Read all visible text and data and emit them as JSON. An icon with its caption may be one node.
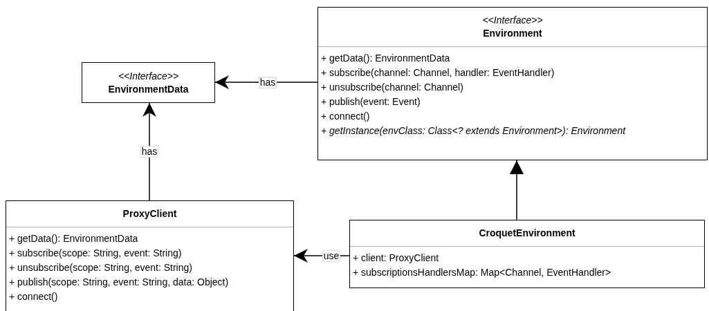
{
  "diagram": {
    "nodes": [
      {
        "text": [
          "<<Interface>>",
          "Environment",
          "+ getData(): EnvironmentData",
          "+ subscribe(channel: Channel, handler: EventHandler)",
          "+ unsubscribe(channel: Channel)",
          "+ publish(event: Event)",
          "+ connect()",
          "+ getInstance(envClass: Class<? extends Environment>): Environment"
        ]
      },
      {
        "text": [
          "<<Interface>>",
          "EnvironmentData"
        ]
      },
      {
        "text": [
          "ProxyClient",
          "+ getData(): EnvironmentData",
          "+ subscribe(scope: String, event: String)",
          "+ unsubscribe(scope: String, event: String)",
          "+ publish(scope: String, event: String, data: Object)",
          "+ connect()"
        ]
      },
      {
        "text": [
          "CroquetEnvironment",
          "+ client: ProxyClient",
          "+ subscriptionsHandlersMap: Map<Channel, EventHandler>"
        ]
      }
    ],
    "edges": [
      {
        "from": 0,
        "to": 1,
        "arrow": "to",
        "label": "has"
      },
      {
        "from": 2,
        "to": 1,
        "arrow": "to",
        "label": "has"
      },
      {
        "from": 3,
        "to": 0,
        "arrow": "to"
      },
      {
        "from": 3,
        "to": 2,
        "arrow": "to",
        "label": "use"
      }
    ]
  }
}
